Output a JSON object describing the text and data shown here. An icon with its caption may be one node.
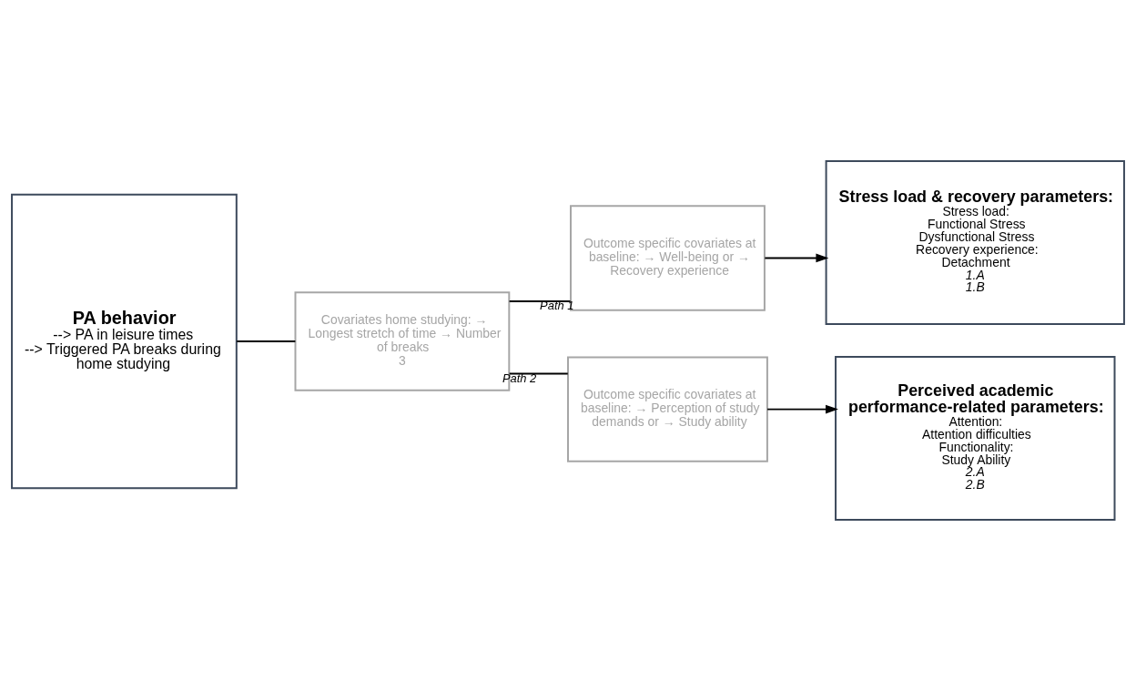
{
  "diagram": {
    "nodes": [
      {
        "text": [
          "PA behavior",
          "--> PA in leisure times",
          "--> Triggered PA breaks during home studying"
        ]
      },
      {
        "text": [
          "Covariates home studying: → Longest stretch of time → Number of breaks",
          "3"
        ]
      },
      {
        "text": [
          "Outcome specific covariates at baseline: → Well-being or → Recovery experience"
        ]
      },
      {
        "text": [
          "Outcome specific covariates at baseline: → Perception of study demands or → Study ability"
        ]
      },
      {
        "text": [
          "Stress load & recovery parameters:",
          "Stress load:",
          "Functional Stress",
          "Dysfunctional Stress",
          "Recovery experience:",
          "Detachment",
          "1.A",
          "1.B"
        ]
      },
      {
        "text": [
          "Perceived academic performance-related parameters:",
          "Attention:",
          "Attention difficulties",
          "Functionality:",
          "Study Ability",
          "2.A",
          "2.B"
        ]
      }
    ],
    "edges": [
      {
        "from": 0,
        "to": 1,
        "arrow": "none"
      },
      {
        "from": 1,
        "to": 2,
        "arrow": "none",
        "label": "Path 1"
      },
      {
        "from": 1,
        "to": 3,
        "arrow": "none",
        "label": "Path 2"
      },
      {
        "from": 2,
        "to": 4,
        "arrow": "to"
      },
      {
        "from": 3,
        "to": 5,
        "arrow": "to"
      }
    ]
  }
}
